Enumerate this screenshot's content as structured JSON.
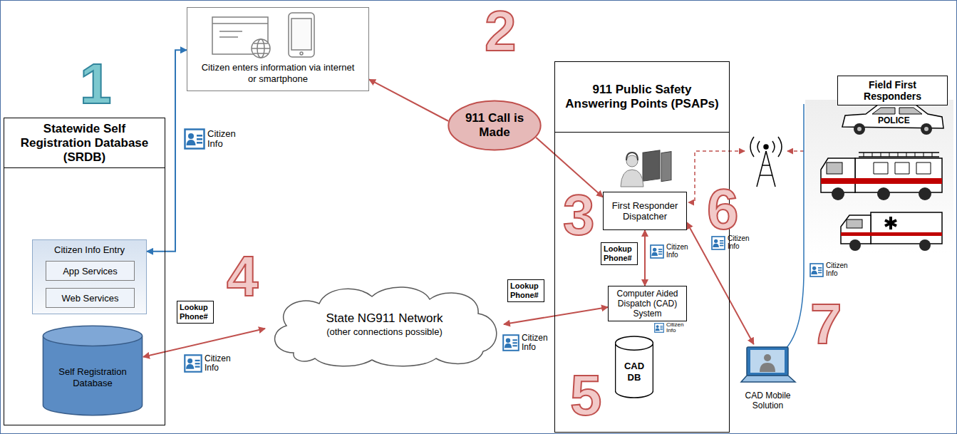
{
  "diagram": {
    "nodes": [
      {
        "text": [
          "Statewide Self Registration Database (SRDB)"
        ]
      },
      {
        "text": [
          "Citizen Info Entry"
        ],
        "in": 0
      },
      {
        "text": [
          "App Services"
        ],
        "in": 1
      },
      {
        "text": [
          "Web Services"
        ],
        "in": 1
      },
      {
        "text": [
          "Self Registration Database"
        ],
        "in": 0
      },
      {
        "text": [
          "Citizen enters information via internet or smartphone"
        ]
      },
      {
        "text": [
          "911 Call is Made"
        ]
      },
      {
        "text": [
          "911 Public Safety Answering Points (PSAPs)"
        ]
      },
      {
        "text": [
          "First Responder Dispatcher"
        ],
        "in": 7
      },
      {
        "text": [
          "Computer Aided Dispatch (CAD) System"
        ],
        "in": 7
      },
      {
        "text": [
          "CAD DB"
        ],
        "in": 7
      },
      {
        "text": [
          "State NG911 Network",
          "(other connections possible)"
        ]
      },
      {
        "text": [
          "CAD Mobile Solution"
        ]
      },
      {
        "text": [
          "Field First Responders"
        ]
      }
    ],
    "edges": [
      {
        "from": 1,
        "to": 5,
        "arrow": "both"
      },
      {
        "from": 6,
        "to": 5,
        "arrow": "to"
      },
      {
        "from": 6,
        "to": 8,
        "arrow": "to"
      },
      {
        "from": 8,
        "to": 9,
        "arrow": "both"
      },
      {
        "from": 4,
        "to": 11,
        "arrow": "both"
      },
      {
        "from": 11,
        "to": 9,
        "arrow": "both"
      },
      {
        "from": 8,
        "to": 12,
        "arrow": "both"
      }
    ],
    "labels": [
      "1",
      "Citizen Info",
      "2",
      "3",
      "Lookup Phone#",
      "Citizen Info",
      "Citizen Info",
      "6",
      "Citizen Info",
      "4",
      "Lookup Phone#",
      "Citizen Info",
      "Lookup Phone#",
      "Citizen Info",
      "5",
      "7",
      "Citizen Info",
      "POLICE"
    ]
  }
}
